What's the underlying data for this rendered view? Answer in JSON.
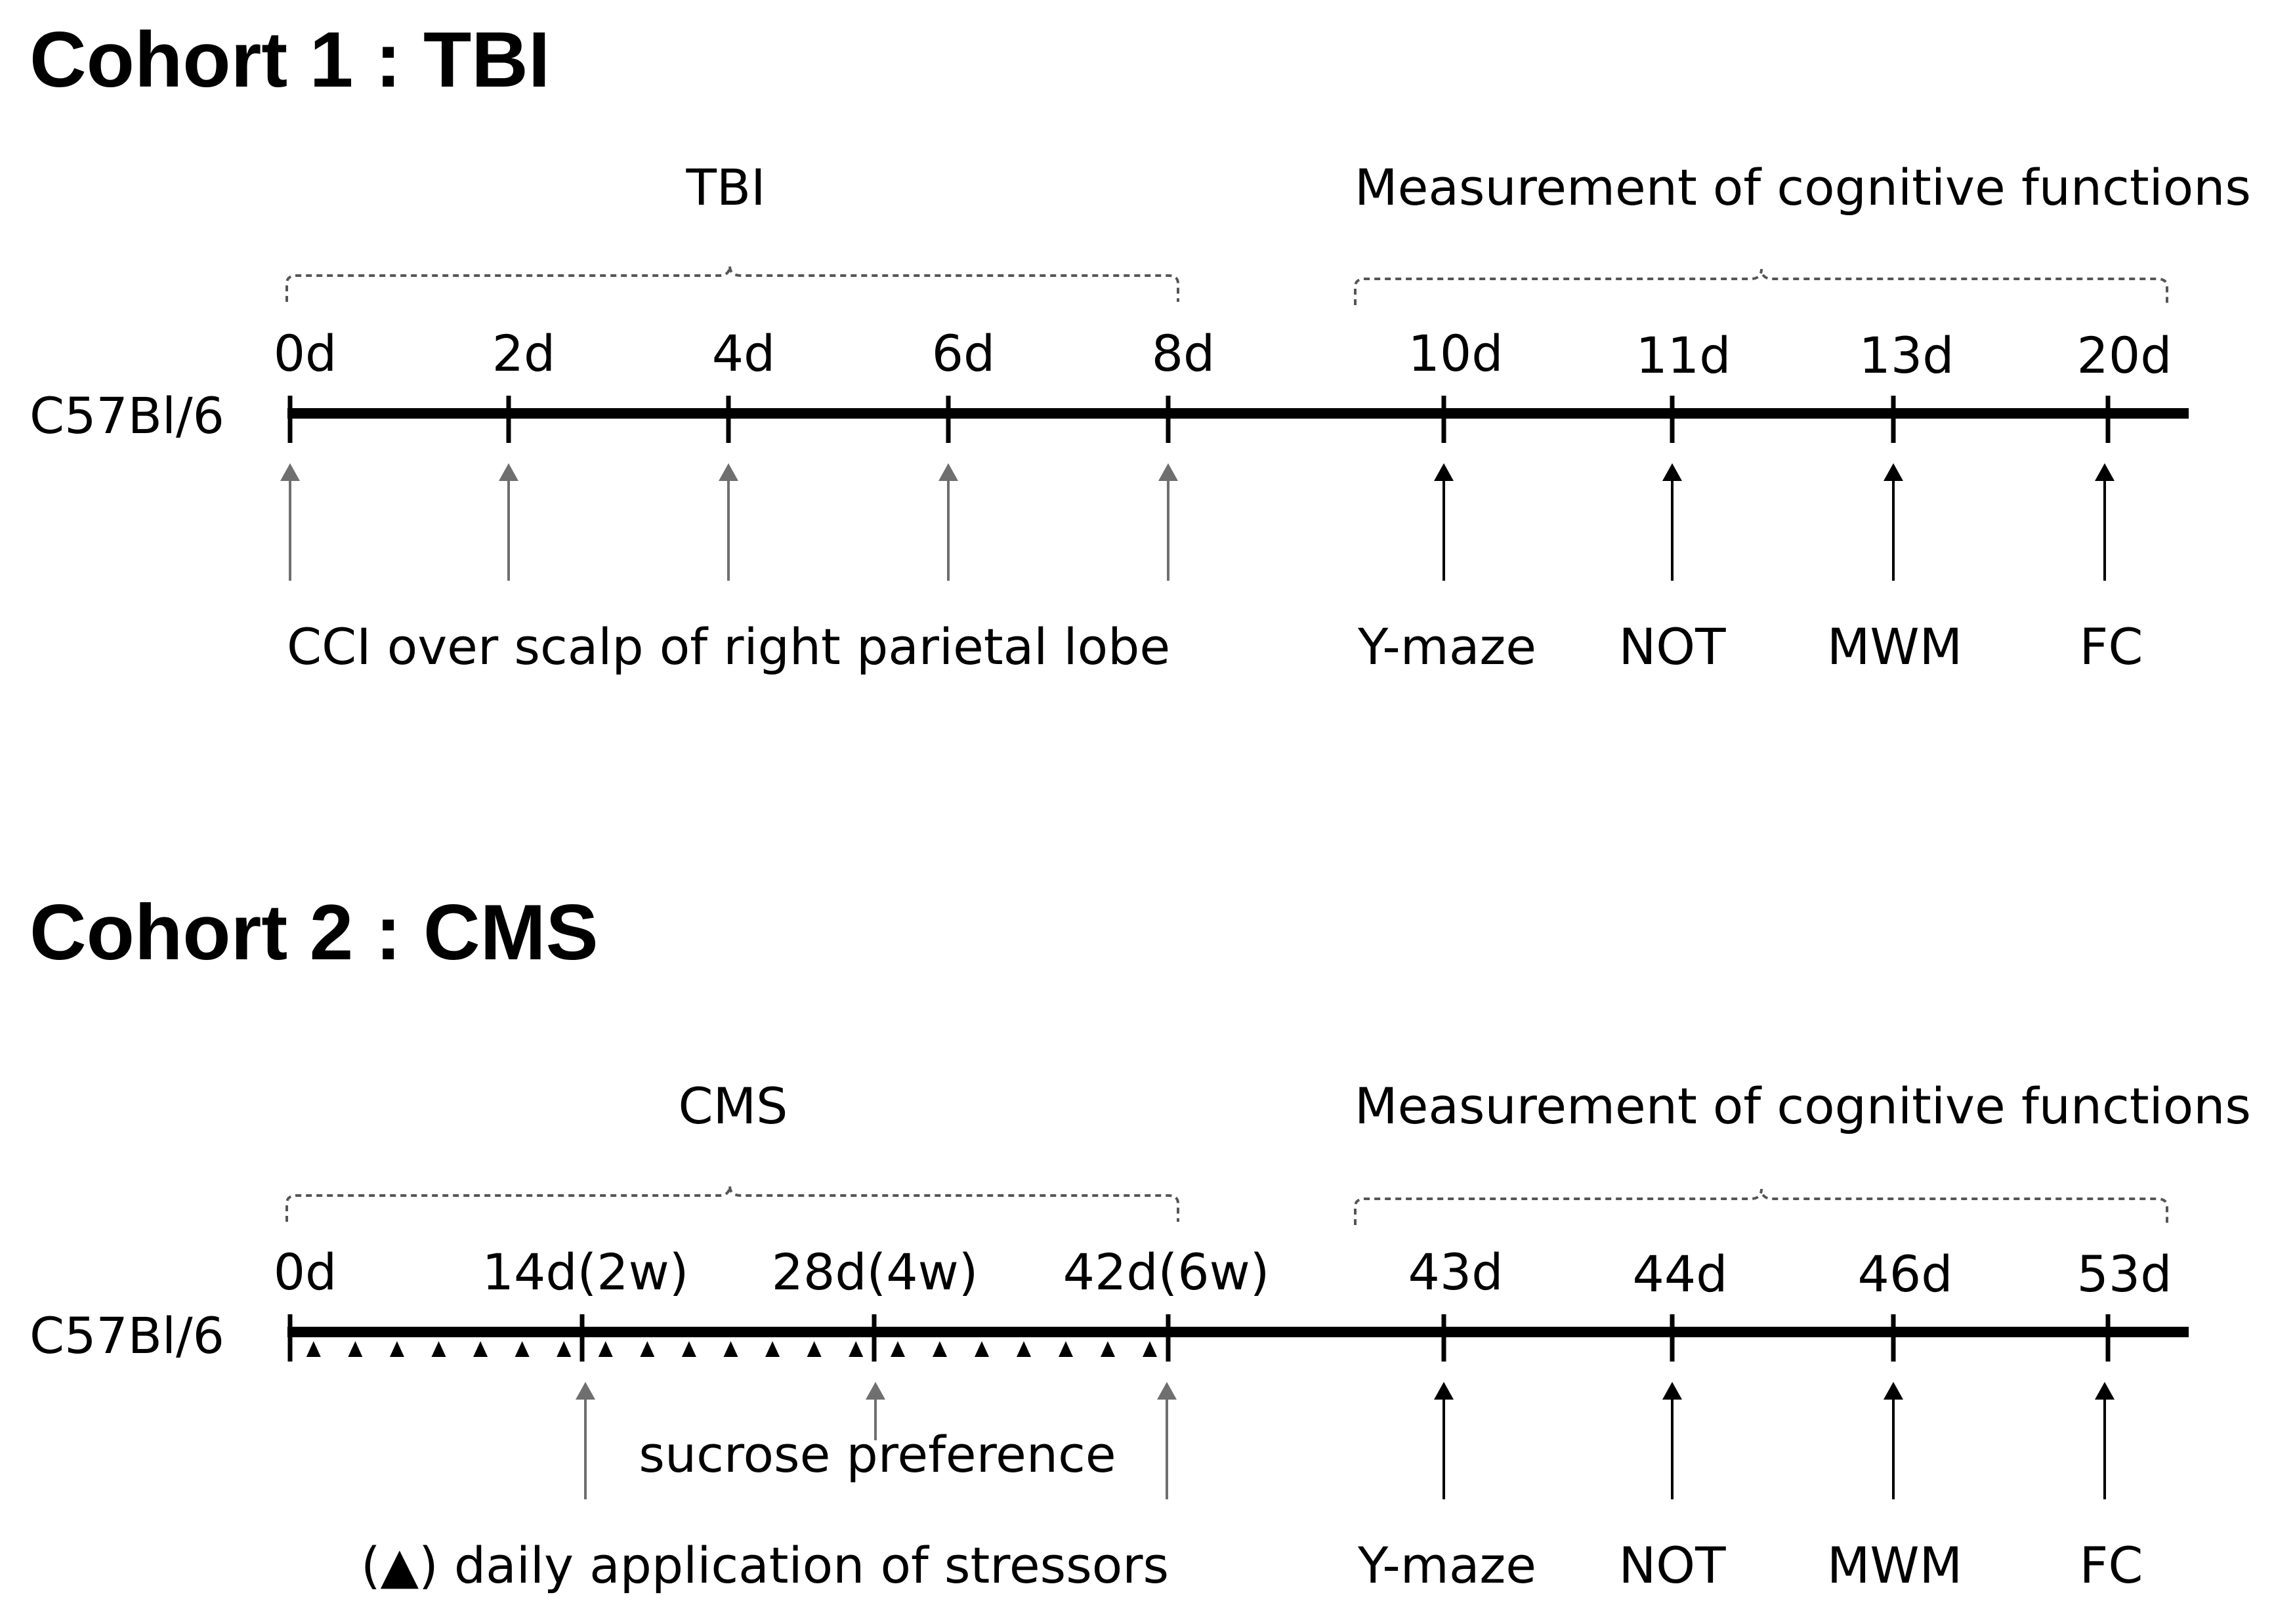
{
  "cohorts": [
    {
      "title": "Cohort 1 : TBI",
      "strain": "C57Bl/6",
      "brackets": [
        {
          "label": "TBI"
        },
        {
          "label": "Measurement of cognitive functions"
        }
      ],
      "ticks": [
        "0d",
        "2d",
        "4d",
        "6d",
        "8d",
        "10d",
        "11d",
        "13d",
        "20d"
      ],
      "procedure_arrows": [
        "0d",
        "2d",
        "4d",
        "6d",
        "8d"
      ],
      "test_arrows": [
        "10d",
        "11d",
        "13d",
        "20d"
      ],
      "bottom_labels": [
        "CCI over scalp of right parietal lobe",
        "Y-maze",
        "NOT",
        "MWM",
        "FC"
      ],
      "middle_label": "",
      "daily_stressors": false
    },
    {
      "title": "Cohort 2 : CMS",
      "strain": "C57Bl/6",
      "brackets": [
        {
          "label": "CMS"
        },
        {
          "label": "Measurement of cognitive functions"
        }
      ],
      "ticks": [
        "0d",
        "14d(2w)",
        "28d(4w)",
        "42d(6w)",
        "43d",
        "44d",
        "46d",
        "53d"
      ],
      "procedure_arrows": [
        "14d(2w)",
        "28d(4w)",
        "42d(6w)"
      ],
      "test_arrows": [
        "43d",
        "44d",
        "46d",
        "53d"
      ],
      "bottom_labels": [
        "(▲) daily application of stressors",
        "Y-maze",
        "NOT",
        "MWM",
        "FC"
      ],
      "middle_label": "sucrose preference",
      "daily_stressors": true
    }
  ],
  "colors": {
    "timeline": "#000000",
    "procedure_arrow": "#6f6f6f",
    "test_arrow": "#000000",
    "bracket": "#555555"
  }
}
